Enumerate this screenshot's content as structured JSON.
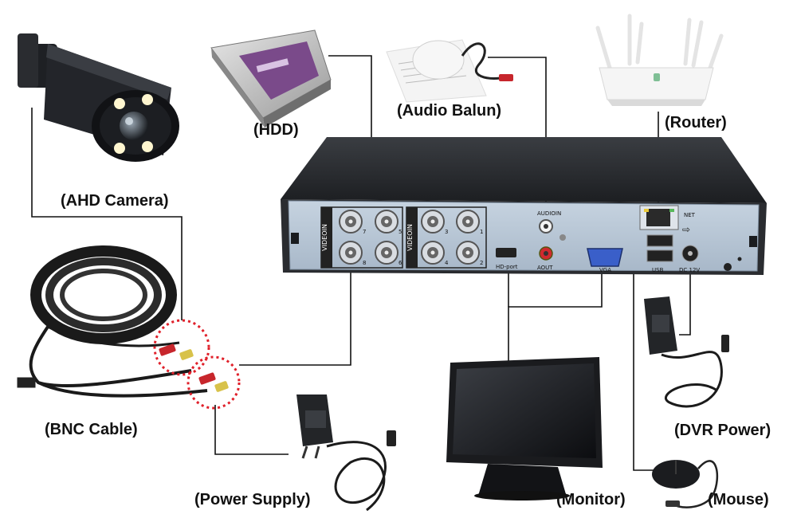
{
  "labels": {
    "hdd": "(HDD)",
    "audio_balun": "(Audio Balun)",
    "router": "(Router)",
    "ahd_camera": "(AHD Camera)",
    "bnc_cable": "(BNC Cable)",
    "dvr_power": "(DVR Power)",
    "power_supply": "(Power Supply)",
    "monitor": "(Monitor)",
    "mouse": "(Mouse)"
  },
  "dvr_panel": {
    "video_in": "VIDEOIN",
    "audio_in": "AUDIOIN",
    "audio_out": "AOUT",
    "hdmi": "HD-port",
    "vga": "VGA",
    "usb": "USB",
    "net": "NET",
    "power": "DC 12V",
    "bnc_numbers": [
      "7",
      "5",
      "3",
      "1",
      "8",
      "6",
      "4",
      "2"
    ]
  },
  "colors": {
    "dvr_body": "#2a2c30",
    "back_panel": "#b9c8d8",
    "leader_line": "#111111",
    "highlight_dashes": "#e0202a"
  },
  "icons": [
    "security-camera",
    "hard-drive",
    "audio-balun",
    "wifi-router",
    "bnc-cable-coil",
    "power-adapter",
    "lcd-monitor",
    "usb-mouse"
  ]
}
